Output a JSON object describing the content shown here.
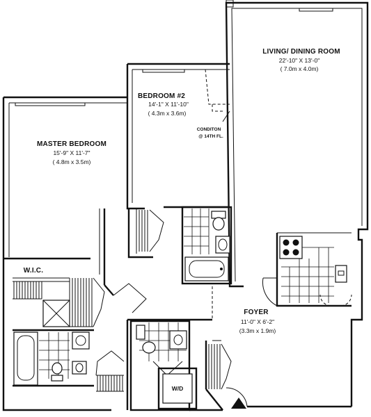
{
  "rooms": {
    "living": {
      "name": "LIVING/ DINING ROOM",
      "dim_ft": "22'-10\" X 13'-0\"",
      "dim_m": "( 7.0m x 4.0m)"
    },
    "bedroom2": {
      "name": "BEDROOM #2",
      "dim_ft": "14'-1\" X 11'-10\"",
      "dim_m": "( 4.3m x 3.6m)"
    },
    "master": {
      "name": "MASTER BEDROOM",
      "dim_ft": "15'-9\" X 11'-7\"",
      "dim_m": "( 4.8m x 3.5m)"
    },
    "foyer": {
      "name": "FOYER",
      "dim_ft": "11'-0\" X 6'-2\"",
      "dim_m": "(3.3m x 1.9m)"
    },
    "wic": {
      "name": "W.I.C."
    }
  },
  "notes": {
    "condition_line1": "CONDITON",
    "condition_line2": "@ 14TH FL."
  },
  "fixtures": {
    "washer_dryer": "W/D"
  }
}
